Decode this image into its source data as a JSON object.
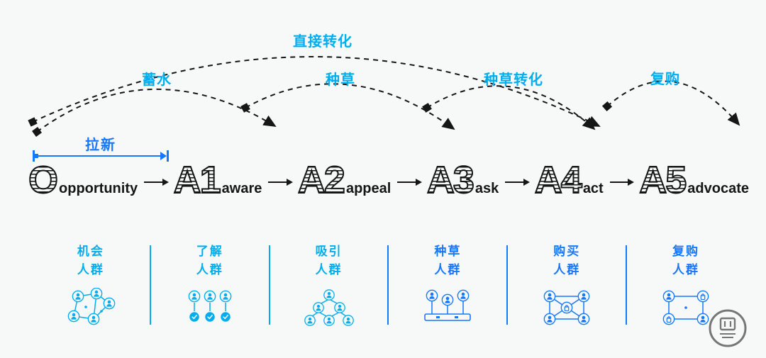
{
  "colors": {
    "cyan": "#00aeef",
    "blue": "#1677ff",
    "ink": "#161616",
    "background": "#f7f8f8"
  },
  "arcs": {
    "direct_conversion": "直接转化",
    "store_water": "蓄水",
    "seeding": "种草",
    "seeding_conversion": "种草转化",
    "repurchase": "复购"
  },
  "pull_new_label": "拉新",
  "stages": [
    {
      "letter": "O",
      "word": "opportunity"
    },
    {
      "letter": "A1",
      "word": "aware"
    },
    {
      "letter": "A2",
      "word": "appeal"
    },
    {
      "letter": "A3",
      "word": "ask"
    },
    {
      "letter": "A4",
      "word": "act"
    },
    {
      "letter": "A5",
      "word": "advocate"
    }
  ],
  "groups": [
    {
      "line1": "机会",
      "line2": "人群",
      "tone": "cyan",
      "icon": "network-users-icon"
    },
    {
      "line1": "了解",
      "line2": "人群",
      "tone": "cyan",
      "icon": "verified-users-icon"
    },
    {
      "line1": "吸引",
      "line2": "人群",
      "tone": "cyan",
      "icon": "tree-users-icon"
    },
    {
      "line1": "种草",
      "line2": "人群",
      "tone": "blue",
      "icon": "planted-users-icon"
    },
    {
      "line1": "购买",
      "line2": "人群",
      "tone": "blue",
      "icon": "buyer-users-icon"
    },
    {
      "line1": "复购",
      "line2": "人群",
      "tone": "blue",
      "icon": "repeat-buyer-users-icon"
    }
  ]
}
